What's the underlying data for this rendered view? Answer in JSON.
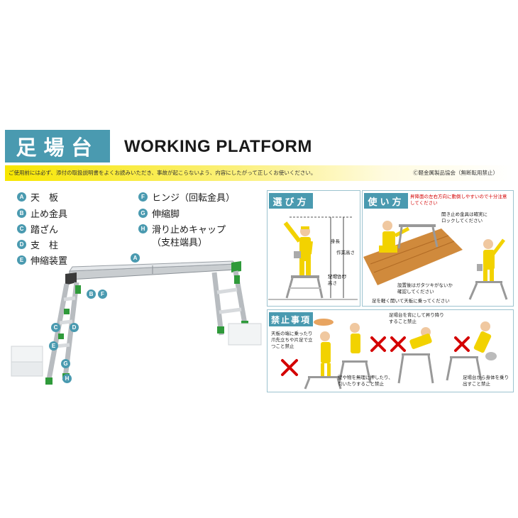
{
  "header": {
    "title_ja": "足場台",
    "title_en": "WORKING PLATFORM",
    "notice": "ご使用前には必ず、添付の取扱説明書をよくお読みいただき、事故が起こらないよう、内容にしたがって正しくお使いください。",
    "copyright": "Ⓒ軽金属製品協会（無断転用禁止）"
  },
  "parts": [
    {
      "letter": "A",
      "label": "天　板"
    },
    {
      "letter": "B",
      "label": "止め金具"
    },
    {
      "letter": "C",
      "label": "踏ざん"
    },
    {
      "letter": "D",
      "label": "支　柱"
    },
    {
      "letter": "E",
      "label": "伸縮装置"
    },
    {
      "letter": "F",
      "label": "ヒンジ（回転金具）"
    },
    {
      "letter": "G",
      "label": "伸縮脚"
    },
    {
      "letter": "H",
      "label": "滑り止めキャップ"
    }
  ],
  "parts_h_sub": "（支柱端具）",
  "diagram_labels": {
    "a": "A",
    "b": "B",
    "f": "F",
    "c": "C",
    "d": "D",
    "e": "E",
    "g": "G",
    "h": "H"
  },
  "selection": {
    "title": "選び方",
    "height_label": "身長",
    "work_height": "作業高さ",
    "platform_height": "足場台の高さ"
  },
  "usage": {
    "title": "使い方",
    "warning": "昇降面の左右方向に動倒しやすいので十分注意してください",
    "check_lock": "開き止め金具は確実にロックしてください",
    "check_wobble": "設置後はガタツキがないか確認してください",
    "hold_top": "足を軽く開いて天板に乗ってください"
  },
  "prohibited": {
    "title": "禁止事項",
    "item_edge": "天板の端に乗ったり爪先立ちや片足で立つこと禁止",
    "item_back": "足場台を背にして昇り降りすること禁止",
    "item_push": "壁や物を無理に押したり、引いたりすること禁止",
    "item_lean": "足場台から身体を乗り出すこと禁止"
  },
  "colors": {
    "accent": "#4a9ab0",
    "notice_yellow": "#f7e600",
    "worker_yellow": "#f2d200",
    "warning_red": "#d40000",
    "platform_green": "#2f9a3a"
  }
}
